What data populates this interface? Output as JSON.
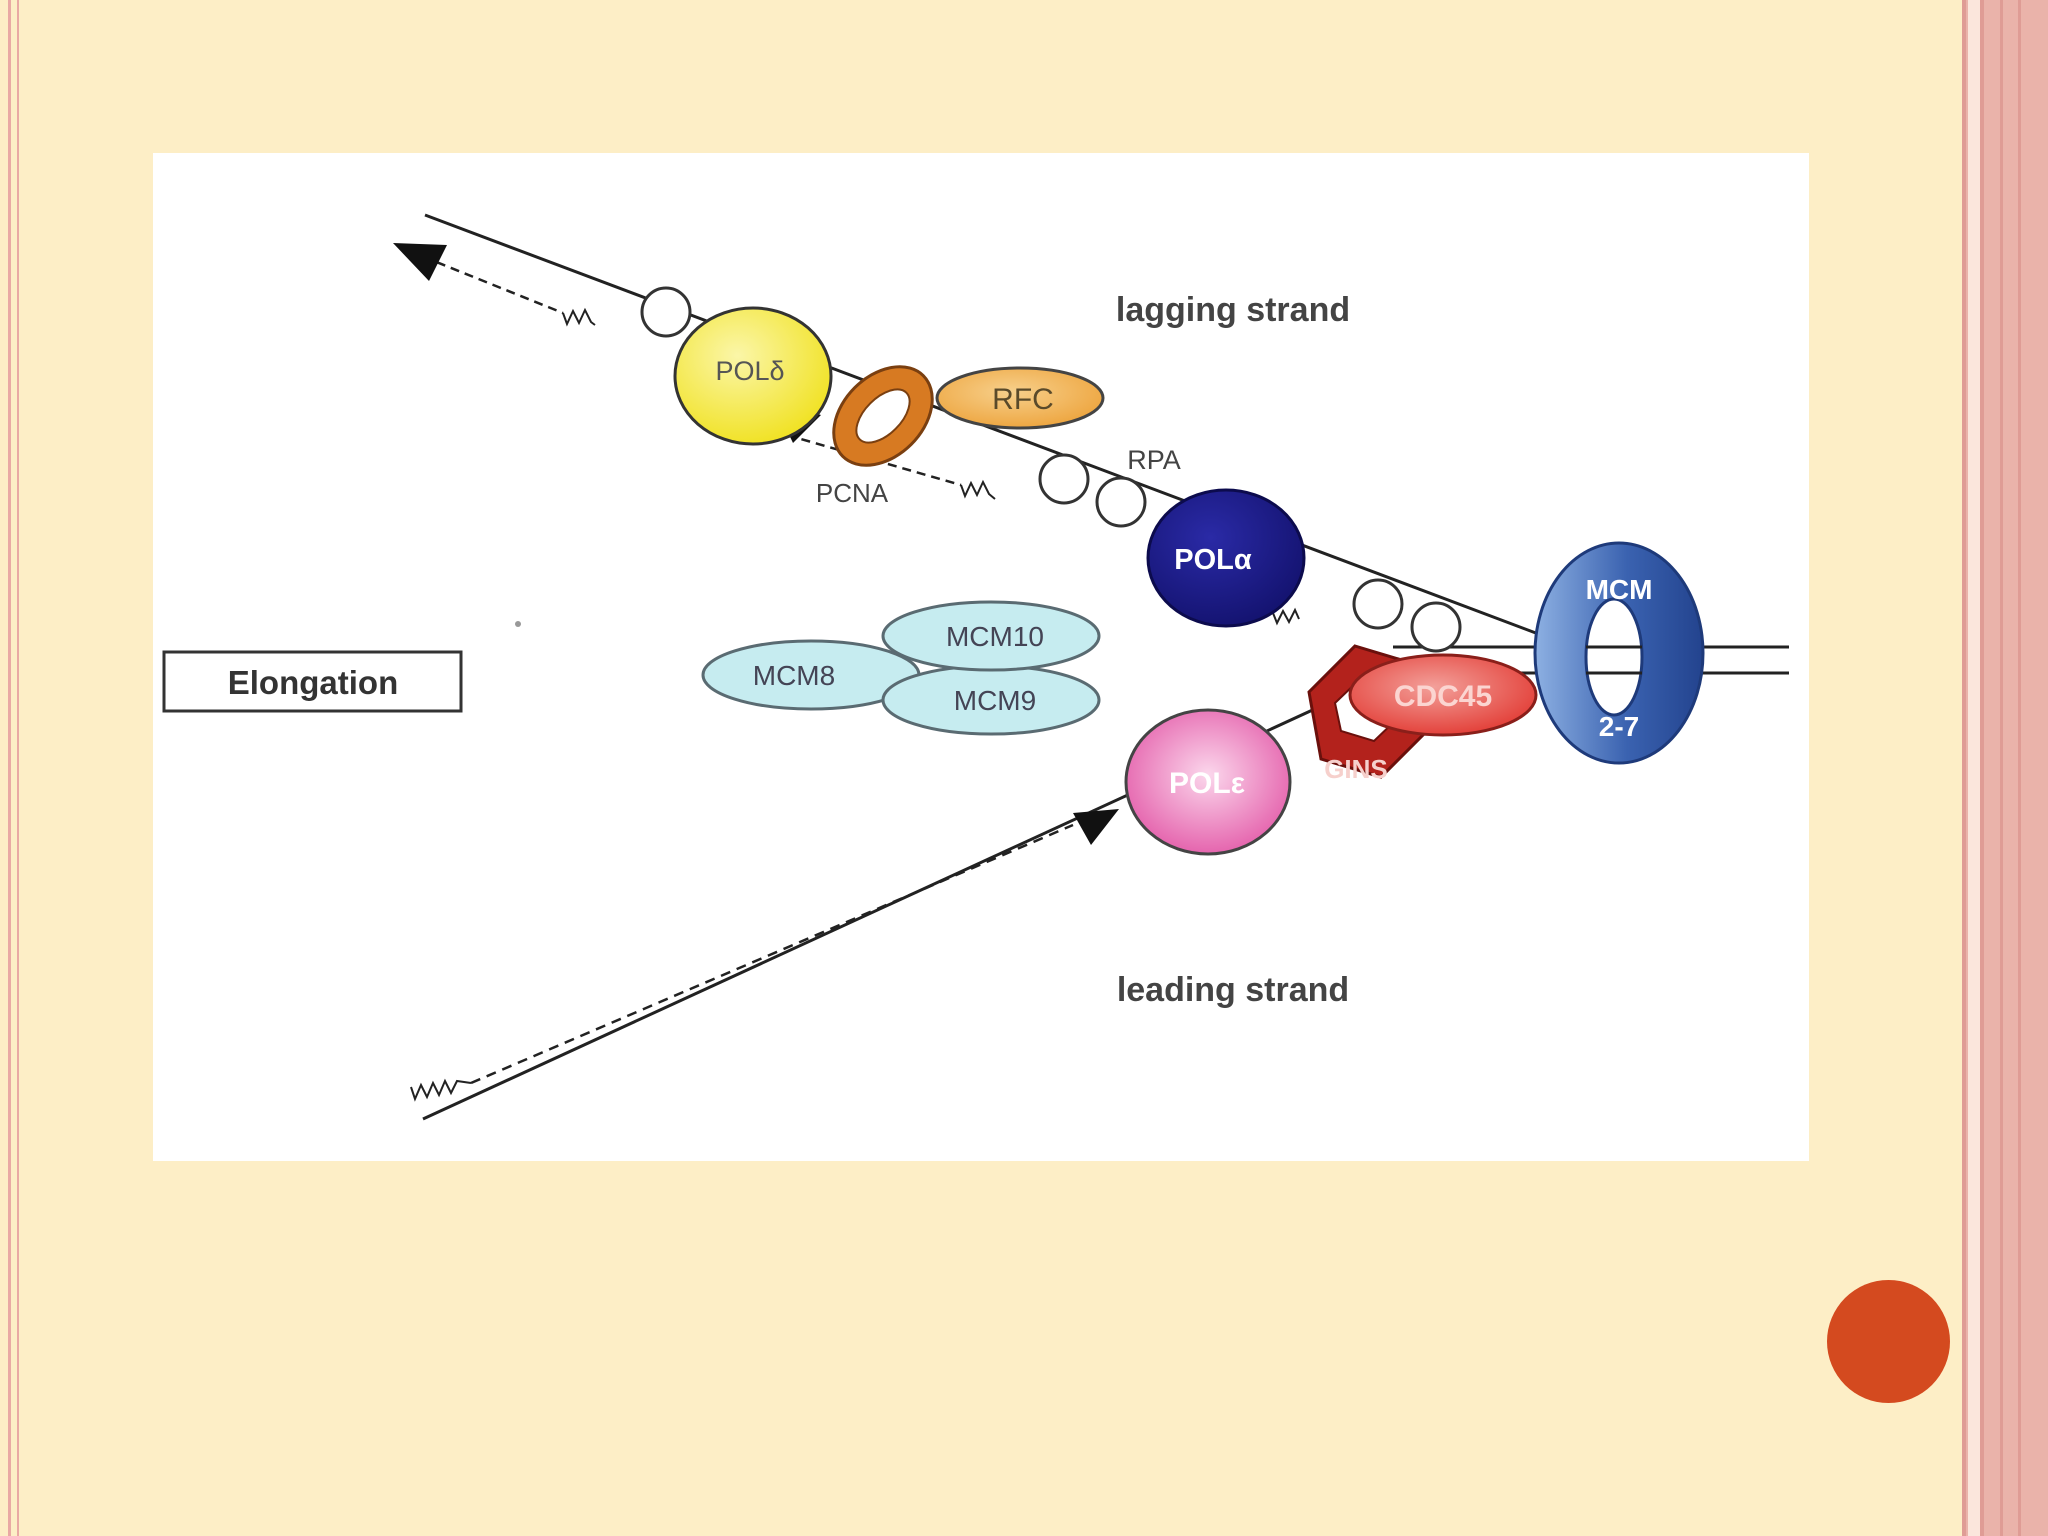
{
  "labels": {
    "lagging_strand": "lagging strand",
    "leading_strand": "leading strand",
    "elongation": "Elongation",
    "pol_delta": "POLδ",
    "rfc": "RFC",
    "pcna": "PCNA",
    "rpa": "RPA",
    "pol_alpha": "POLα",
    "mcm10": "MCM10",
    "mcm8": "MCM8",
    "mcm9": "MCM9",
    "cdc45": "CDC45",
    "gins": "GINS",
    "pol_epsilon": "POLε",
    "mcm_top": "MCM",
    "mcm_bottom": "2-7"
  },
  "colors": {
    "slide_background": "#fdeec6",
    "accent_dot": "#d44a1f",
    "pol_delta": "#f4ea3a",
    "rfc": "#f1b148",
    "pcna": "#d77a22",
    "pol_alpha": "#1c1a8c",
    "mcm_light": "#c6ecf0",
    "cdc45": "#e4443e",
    "gins": "#b3221c",
    "pol_epsilon": "#e879b9",
    "mcm_ring": "#3a62b0"
  }
}
